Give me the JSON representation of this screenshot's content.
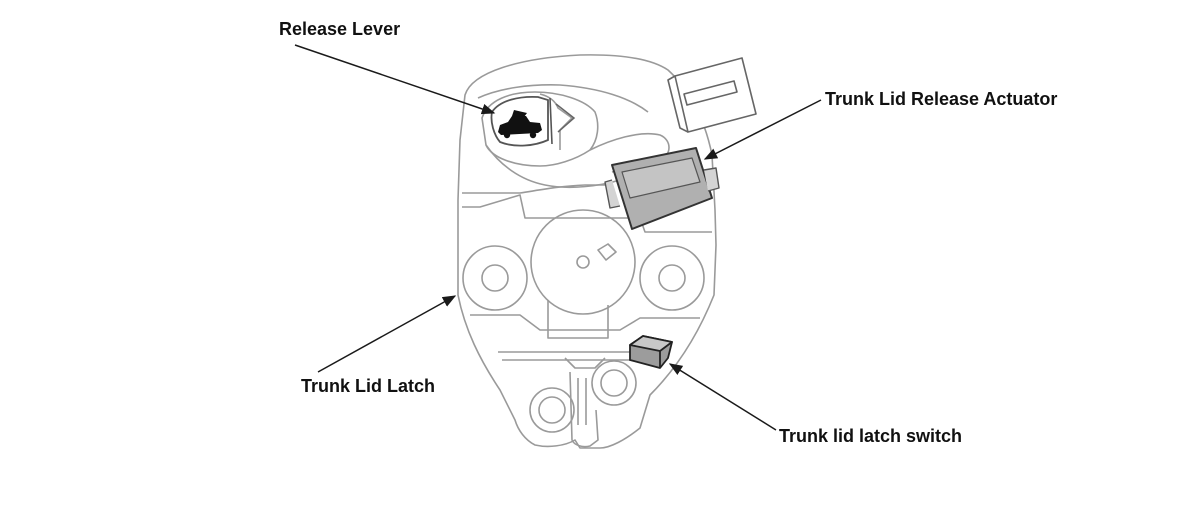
{
  "labels": {
    "release_lever": "Release Lever",
    "actuator": "Trunk Lid Release Actuator",
    "latch": "Trunk Lid Latch",
    "switch": "Trunk lid latch switch"
  },
  "colors": {
    "line": "#1a1a1a",
    "body_outline": "#9a9a9a",
    "actuator_fill": "#b0b0b0",
    "switch_fill": "#9c9c9c",
    "background": "#ffffff"
  }
}
